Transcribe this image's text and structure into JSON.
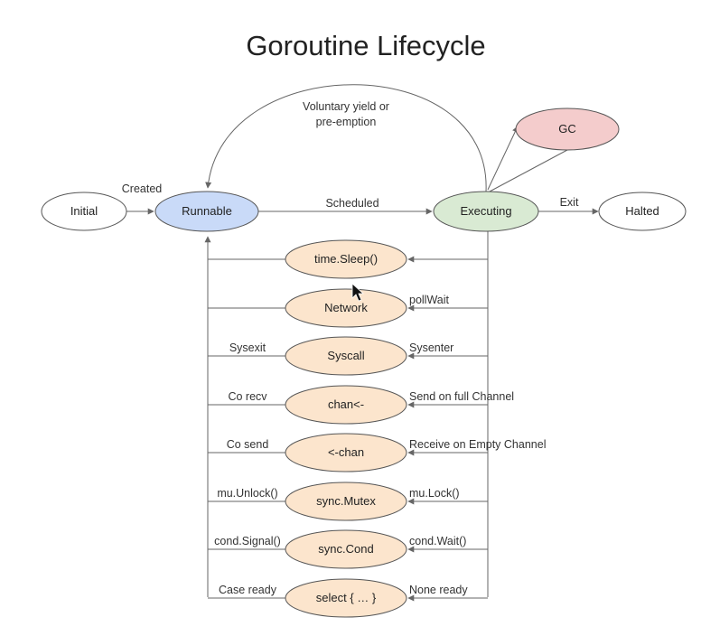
{
  "title": "Goroutine Lifecycle",
  "colors": {
    "runnable_fill": "#c9daf8",
    "executing_fill": "#d9ead3",
    "gc_fill": "#f4cccc",
    "wait_state_fill": "#fce5cd",
    "plain_fill": "#ffffff",
    "line": "#666666"
  },
  "nodes": {
    "initial": "Initial",
    "runnable": "Runnable",
    "executing": "Executing",
    "halted": "Halted",
    "gc": "GC"
  },
  "edges": {
    "created": "Created",
    "scheduled": "Scheduled",
    "exit": "Exit",
    "yield_line1": "Voluntary yield or",
    "yield_line2": "pre-emption"
  },
  "wait_states": [
    {
      "name": "time.Sleep()",
      "enter": "",
      "leave": ""
    },
    {
      "name": "Network",
      "enter": "pollWait",
      "leave": ""
    },
    {
      "name": "Syscall",
      "enter": "Sysenter",
      "leave": "Sysexit"
    },
    {
      "name": "chan<-",
      "enter": "Send on full Channel",
      "leave": "Co recv"
    },
    {
      "name": "<-chan",
      "enter": "Receive on Empty Channel",
      "leave": "Co send"
    },
    {
      "name": "sync.Mutex",
      "enter": "mu.Lock()",
      "leave": "mu.Unlock()"
    },
    {
      "name": "sync.Cond",
      "enter": "cond.Wait()",
      "leave": "cond.Signal()"
    },
    {
      "name": "select { … }",
      "enter": "None ready",
      "leave": "Case ready"
    }
  ]
}
